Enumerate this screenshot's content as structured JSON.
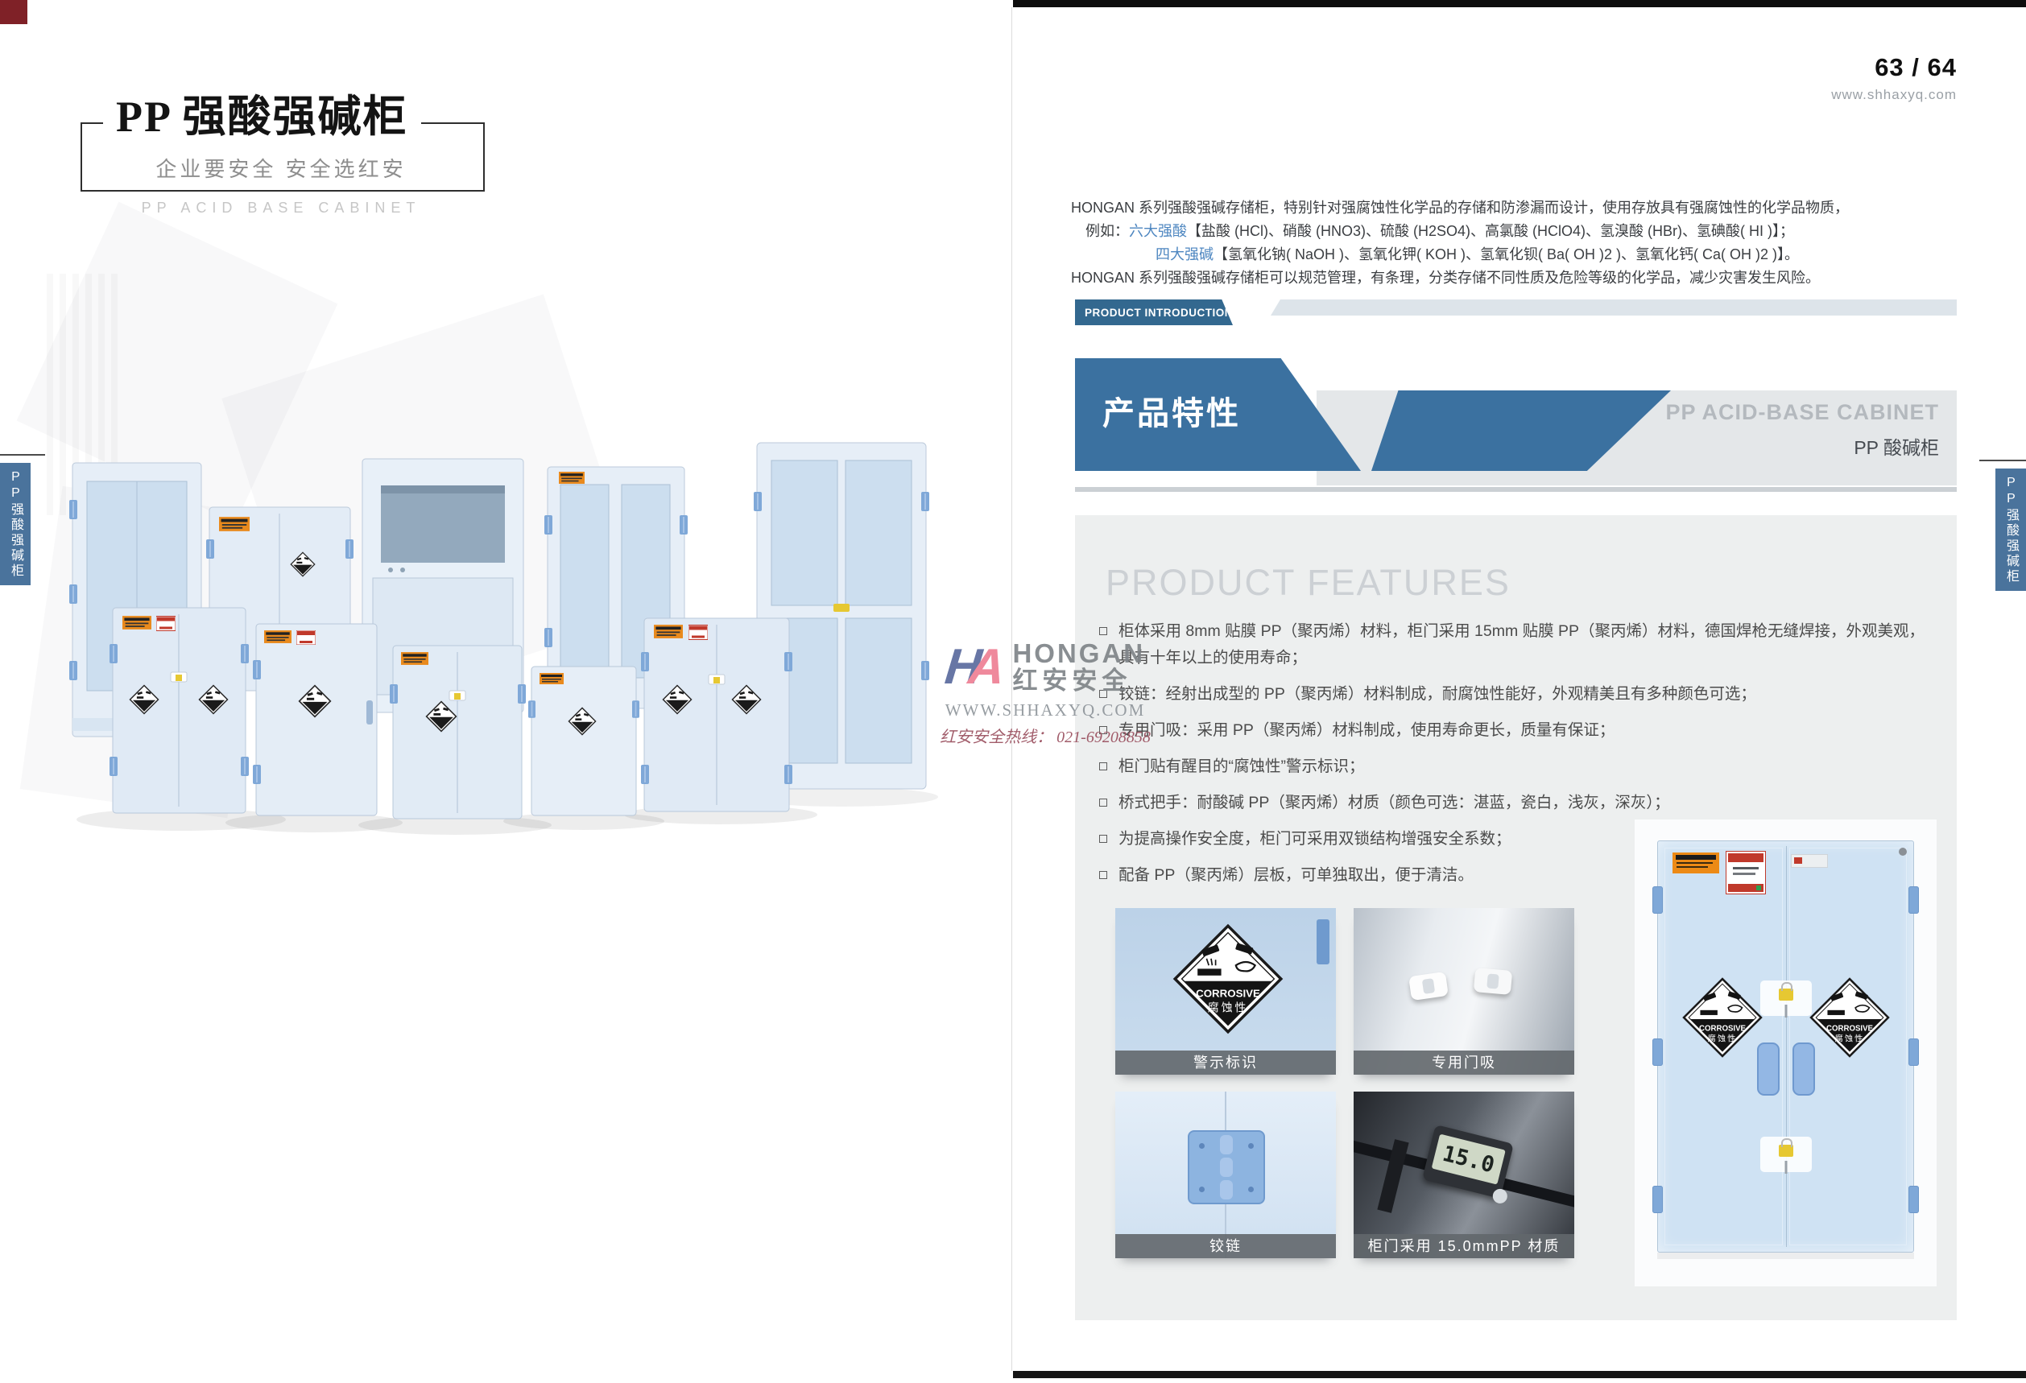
{
  "page": {
    "page_number": "63 / 64",
    "website": "www.shhaxyq.com",
    "side_tab": "PP强酸强碱柜"
  },
  "header": {
    "title": "PP 强酸强碱柜",
    "subtitle": "企业要安全 安全选红安",
    "subtitle_en": "PP ACID BASE CABINET"
  },
  "intro": {
    "tag": "PRODUCT INTRODUCTION",
    "line1": "HONGAN 系列强酸强碱存储柜，特别针对强腐蚀性化学品的存储和防渗漏而设计，使用存放具有强腐蚀性的化学品物质，",
    "line2_prefix": "例如：",
    "line2_highlight": "六大强酸",
    "line2_rest": "【盐酸 (HCl)、硝酸 (HNO3)、硫酸 (H2SO4)、高氯酸 (HClO4)、氢溴酸 (HBr)、氢碘酸( HI )】；",
    "line3_highlight": "四大强碱",
    "line3_rest": "【氢氧化钠( NaOH )、氢氧化钾( KOH )、氢氧化钡( Ba( OH )2 )、氢氧化钙( Ca( OH )2 )】。",
    "line4": "HONGAN 系列强酸强碱存储柜可以规范管理，有条理，分类存储不同性质及危险等级的化学品，减少灾害发生风险。"
  },
  "banner": {
    "title": "产品特性",
    "subtitle_en": "PP ACID-BASE CABINET",
    "subtitle_cn": "PP 酸碱柜"
  },
  "features": {
    "heading": "PRODUCT FEATURES",
    "items": [
      "柜体采用 8mm 贴膜 PP（聚丙烯）材料，柜门采用 15mm 贴膜 PP（聚丙烯）材料，德国焊枪无缝焊接，外观美观，具有十年以上的使用寿命；",
      "铰链：经射出成型的 PP（聚丙烯）材料制成，耐腐蚀性能好，外观精美且有多种颜色可选；",
      "专用门吸：采用 PP（聚丙烯）材料制成，使用寿命更长，质量有保证；",
      "柜门贴有醒目的“腐蚀性”警示标识；",
      "桥式把手：耐酸碱 PP（聚丙烯）材质（颜色可选：湛蓝，瓷白，浅灰，深灰）；",
      "为提高操作安全度，柜门可采用双锁结构增强安全系数；",
      "配备 PP（聚丙烯）层板，可单独取出，便于清洁。"
    ]
  },
  "gallery": {
    "captions": [
      "警示标识",
      "专用门吸",
      "铰链",
      "柜门采用 15.0mmPP 材质"
    ],
    "caliper_reading": "15.0"
  },
  "corrosive_label": {
    "line1": "CORROSIVE",
    "line2": "腐蚀性"
  },
  "watermark": {
    "logo_h": "H",
    "logo_a": "A",
    "name_en": "HONGAN",
    "name_cn": "红安安全",
    "website": "WWW.SHHAXYQ.COM",
    "hotline": "红安安全热线： 021-69208858"
  },
  "colors": {
    "accent_blue": "#3b71a0",
    "keyword_blue": "#4d86c0",
    "panel_gray": "#edefef",
    "cabinet_blue": "#cfe2f3",
    "caption_gray": "#62676c"
  }
}
